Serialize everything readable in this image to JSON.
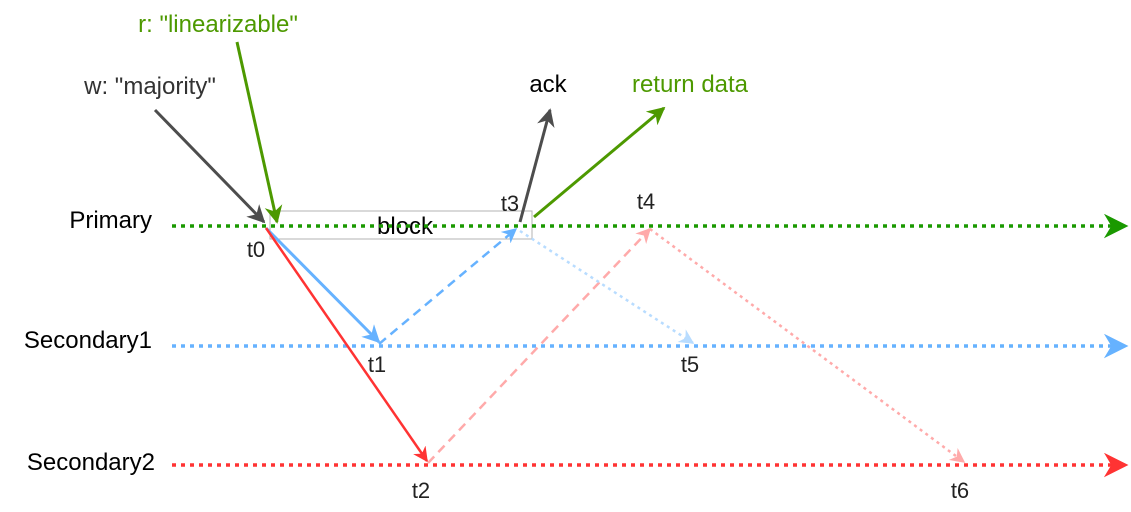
{
  "lanes": {
    "primary": "Primary",
    "secondary1": "Secondary1",
    "secondary2": "Secondary2"
  },
  "annotations": {
    "read_concern": "r: \"linearizable\"",
    "write_concern": "w: \"majority\"",
    "ack": "ack",
    "return_data": "return data",
    "block": "block"
  },
  "times": {
    "t0": "t0",
    "t1": "t1",
    "t2": "t2",
    "t3": "t3",
    "t4": "t4",
    "t5": "t5",
    "t6": "t6"
  },
  "colors": {
    "primary": "#1a9900",
    "secondary1": "#66b2ff",
    "secondary2": "#ff3333",
    "write_arrow": "#4d4d4d",
    "read_arrow": "#4d9900",
    "block_border": "#b3b3b3"
  }
}
